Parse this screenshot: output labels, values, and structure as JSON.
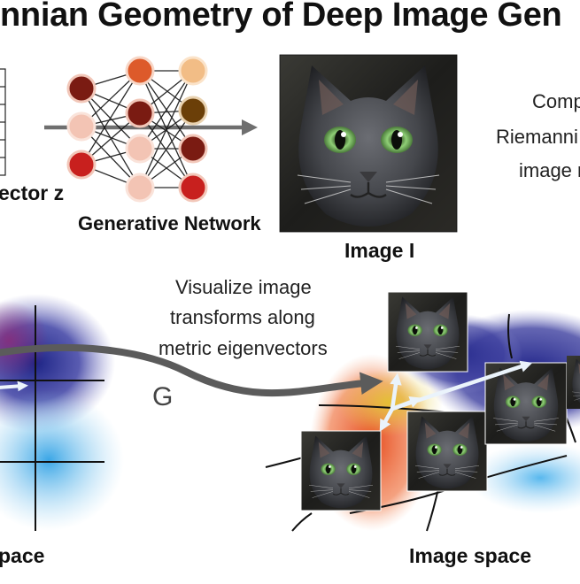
{
  "title": "nnian Geometry of Deep Image Gen",
  "labels": {
    "latent_vector": "ector z",
    "network": "Generative Network",
    "image": "Image I",
    "compute_line1": "Comp",
    "compute_line2": "Riemanni",
    "compute_line3": "image r",
    "visualize_line1": "Visualize image",
    "visualize_line2": "transforms along",
    "visualize_line3": "metric eigenvectors",
    "map_symbol": "G",
    "latent_space": "pace",
    "image_space": "Image space"
  },
  "colors": {
    "network_dark_red": "#7a1b12",
    "network_red": "#c8201e",
    "network_orange": "#dd5a2a",
    "network_peach": "#f3c4b4",
    "network_tan": "#f2bd86",
    "network_brown": "#6b3f08",
    "arrow_gray": "#6f6f6f",
    "manifold_blue": "#2b2e8c",
    "manifold_light_blue": "#4ab3e8",
    "manifold_orange": "#e8502a",
    "manifold_yellow": "#d9c02a",
    "cat_fur": "#4b4d52",
    "cat_eye": "#7fbf6a"
  }
}
